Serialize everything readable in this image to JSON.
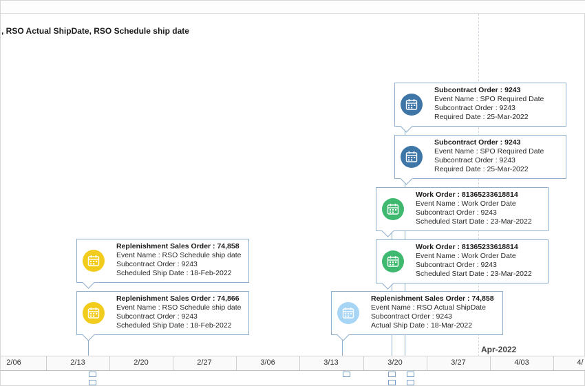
{
  "series_title": ", RSO Actual ShipDate, RSO Schedule ship date",
  "month_label": "Apr-2022",
  "axis_ticks": [
    "2/06",
    "2/13",
    "2/20",
    "2/27",
    "3/06",
    "3/13",
    "3/20",
    "3/27",
    "4/03",
    "4/"
  ],
  "colors": {
    "subcontract": "#3f76a8",
    "work_order": "#3fb870",
    "rso_schedule": "#f2cc1d",
    "rso_actual": "#a7d5f5",
    "border": "#8eaecd"
  },
  "cards": [
    {
      "title": "Subcontract Order : 9243",
      "line1": "Event Name : SPO Required Date",
      "line2": "Subcontract Order : 9243",
      "line3": "Required Date : 25-Mar-2022",
      "icon": "calendar-icon"
    },
    {
      "title": "Subcontract Order : 9243",
      "line1": "Event Name : SPO Required Date",
      "line2": "Subcontract Order : 9243",
      "line3": "Required Date : 25-Mar-2022",
      "icon": "calendar-icon"
    },
    {
      "title": "Work Order : 81365233618814",
      "line1": "Event Name : Work Order Date",
      "line2": "Subcontract Order : 9243",
      "line3": "Scheduled Start Date : 23-Mar-2022",
      "icon": "calendar-icon"
    },
    {
      "title": "Work Order : 81365233618814",
      "line1": "Event Name : Work Order Date",
      "line2": "Subcontract Order : 9243",
      "line3": "Scheduled Start Date : 23-Mar-2022",
      "icon": "calendar-icon"
    },
    {
      "title": "Replenishment Sales Order : 74,858",
      "line1": "Event Name : RSO Schedule ship date",
      "line2": "Subcontract Order : 9243",
      "line3": "Scheduled Ship Date : 18-Feb-2022",
      "icon": "calendar-icon"
    },
    {
      "title": "Replenishment Sales Order : 74,866",
      "line1": "Event Name : RSO Schedule ship date",
      "line2": "Subcontract Order : 9243",
      "line3": "Scheduled Ship Date : 18-Feb-2022",
      "icon": "calendar-icon"
    },
    {
      "title": "Replenishment Sales Order : 74,858",
      "line1": "Event Name : RSO Actual ShipDate",
      "line2": "Subcontract Order : 9243",
      "line3": "Actual Ship Date : 18-Mar-2022",
      "icon": "calendar-icon"
    }
  ]
}
